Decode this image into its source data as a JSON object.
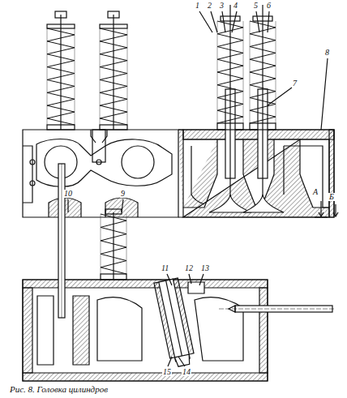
{
  "diagram": {
    "caption": "Рис. 8. Головка цилиндров",
    "labels": [
      "1",
      "2",
      "3",
      "4",
      "5",
      "6",
      "7",
      "8",
      "9",
      "10",
      "А",
      "Б",
      "11",
      "12",
      "13",
      "14",
      "15"
    ]
  }
}
